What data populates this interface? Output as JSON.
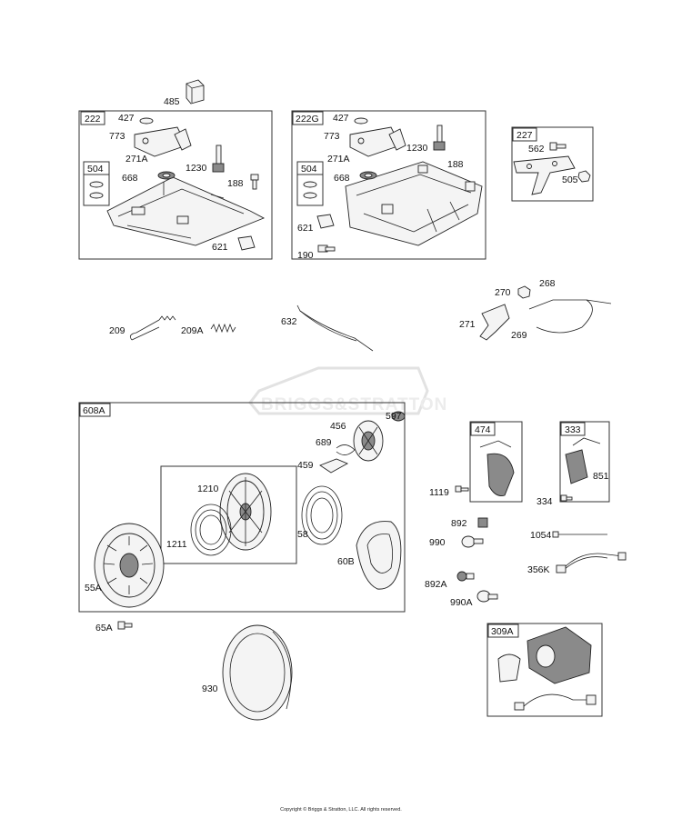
{
  "watermark": "BRIGGS&STRATTON",
  "copyright": "Copyright © Briggs & Stratton, LLC. All rights reserved.",
  "boxes": {
    "b222": "222",
    "b504a": "504",
    "b222g": "222G",
    "b504b": "504",
    "b227": "227",
    "b608a": "608A",
    "b474": "474",
    "b333": "333",
    "b309a": "309A"
  },
  "labels": {
    "l485": "485",
    "l427a": "427",
    "l773a": "773",
    "l271aa": "271A",
    "l1230a": "1230",
    "l668a": "668",
    "l188a": "188",
    "l621a": "621",
    "l427b": "427",
    "l773b": "773",
    "l271ab": "271A",
    "l1230b": "1230",
    "l668b": "668",
    "l188b": "188",
    "l621b": "621",
    "l190": "190",
    "l562": "562",
    "l505": "505",
    "l209": "209",
    "l209a": "209A",
    "l632": "632",
    "l270": "270",
    "l268": "268",
    "l271": "271",
    "l269": "269",
    "l597": "597",
    "l456": "456",
    "l689": "689",
    "l459": "459",
    "l1210": "1210",
    "l1211": "1211",
    "l58": "58",
    "l60b": "60B",
    "l55a": "55A",
    "l65a": "65A",
    "l930": "930",
    "l1119": "1119",
    "l851": "851",
    "l334": "334",
    "l892": "892",
    "l990": "990",
    "l1054": "1054",
    "l356k": "356K",
    "l892a": "892A",
    "l990a": "990A"
  }
}
